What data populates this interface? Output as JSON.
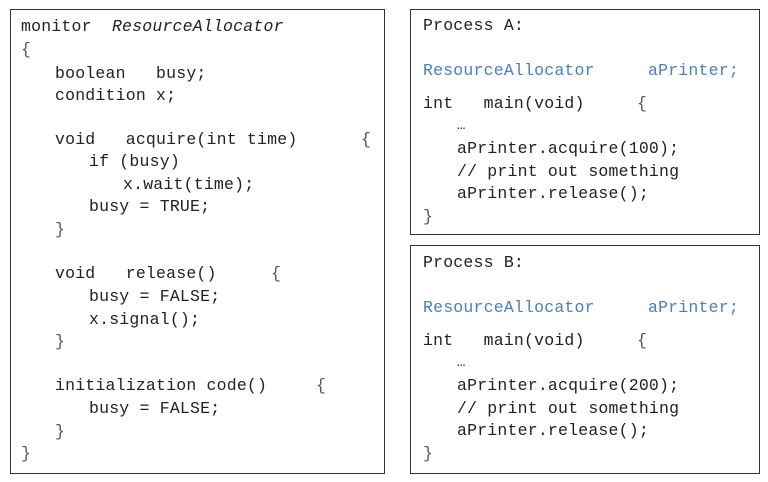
{
  "monitor": {
    "kw": "monitor",
    "name": "ResourceAllocator",
    "open": "{",
    "decl_bool": "boolean   busy;",
    "decl_cond": "condition x;",
    "acq_sig": "void   acquire(int time)",
    "acq_open": "{",
    "acq_if": "if (busy)",
    "acq_wait": "x.wait(time);",
    "acq_set": "busy = TRUE;",
    "acq_close": "}",
    "rel_sig": "void   release()",
    "rel_open": "{",
    "rel_set": "busy = FALSE;",
    "rel_signal": "x.signal();",
    "rel_close": "}",
    "init_sig": "initialization code()",
    "init_open": "{",
    "init_set": "busy = FALSE;",
    "init_close": "}",
    "close": "}"
  },
  "process_a": {
    "title": "Process A:",
    "decl_type": "ResourceAllocator",
    "decl_var": "aPrinter;",
    "main_sig": "int   main(void)",
    "main_open": "{",
    "ellipsis": "…",
    "acquire": "aPrinter.acquire(100);",
    "comment": "// print out something",
    "release": "aPrinter.release();",
    "close": "}"
  },
  "process_b": {
    "title": "Process B:",
    "decl_type": "ResourceAllocator",
    "decl_var": "aPrinter;",
    "main_sig": "int   main(void)",
    "main_open": "{",
    "ellipsis": "…",
    "acquire": "aPrinter.acquire(200);",
    "comment": "// print out something",
    "release": "aPrinter.release();",
    "close": "}"
  },
  "colors": {
    "blue_text": "#4a7fc1",
    "border": "#333333"
  }
}
